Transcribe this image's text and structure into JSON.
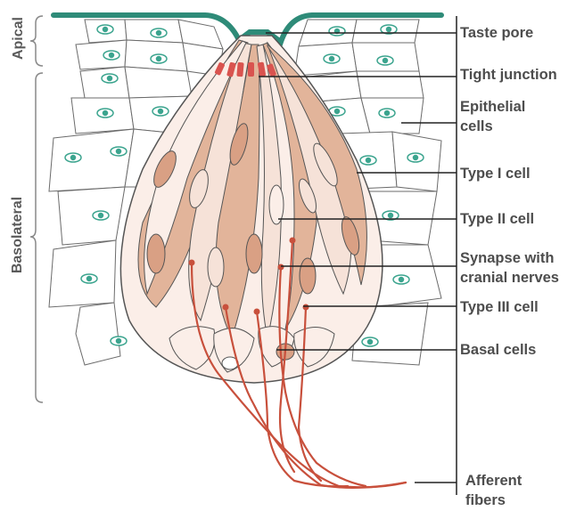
{
  "diagram": {
    "labels": {
      "taste_pore": "Taste pore",
      "tight_junction": "Tight junction",
      "epithelial_cells": "Epithelial\n   cells",
      "type1_cell": "Type I cell",
      "type2_cell": "Type II cell",
      "synapse": "Synapse with\ncranial nerves",
      "type3_cell": "Type III cell",
      "basal_cells": "Basal cells",
      "afferent_fibers": "Afferent\nfibers"
    },
    "regions": {
      "apical": "Apical",
      "basolateral": "Basolateral"
    },
    "colors": {
      "surface": "#2e8b78",
      "nucleus": "#3ba48e",
      "tight_junction": "#d9534f",
      "nerve": "#c8503c",
      "type1": "#f6e2d8",
      "type2": "#fbeee8",
      "type3": "#e2b49a",
      "nucleus_dark": "#d9a084",
      "outline": "#555555",
      "text": "#4d4d4d"
    }
  }
}
